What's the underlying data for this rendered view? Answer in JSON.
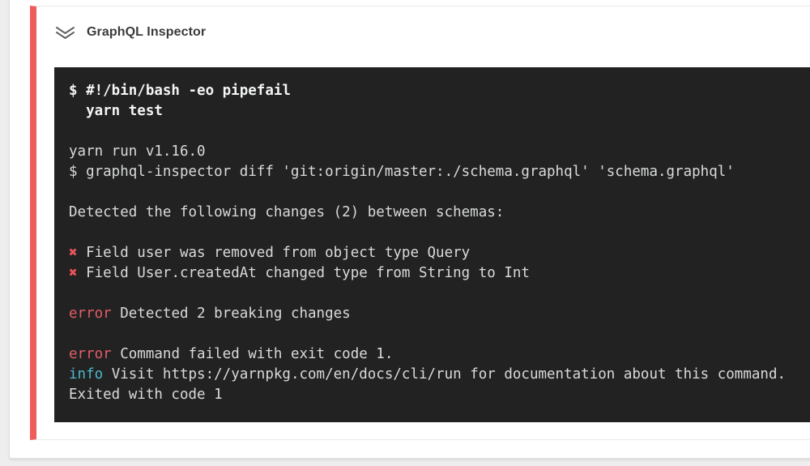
{
  "step": {
    "title": "GraphQL Inspector",
    "status": "failed",
    "collapse_icon": "chevron-double-down-icon"
  },
  "colors": {
    "page_bg": "#eeeeee",
    "card_bg": "#ffffff",
    "card_border": "#e0e0e0",
    "step_border": "#e9e9e9",
    "accent_red": "#ee5c5c",
    "title_color": "#3b3b3b",
    "icon_gray": "#616161",
    "terminal_bg": "#222222",
    "plain_text": "#d9dadb",
    "bold_text": "#f3f4f5",
    "cross_red": "#ea545c",
    "error_red": "#e25d68",
    "info_cyan": "#4db8c8"
  },
  "terminal": {
    "lines": [
      {
        "segments": [
          {
            "text": "$ #!/bin/bash -eo pipefail",
            "style": "bold"
          }
        ]
      },
      {
        "segments": [
          {
            "text": "  yarn test",
            "style": "bold"
          }
        ]
      },
      {
        "segments": []
      },
      {
        "segments": [
          {
            "text": "yarn run v1.16.0",
            "style": "plain"
          }
        ]
      },
      {
        "segments": [
          {
            "text": "$ graphql-inspector diff 'git:origin/master:./schema.graphql' 'schema.graphql'",
            "style": "plain"
          }
        ]
      },
      {
        "segments": []
      },
      {
        "segments": [
          {
            "text": "Detected the following changes (2) between schemas:",
            "style": "plain"
          }
        ]
      },
      {
        "segments": []
      },
      {
        "segments": [
          {
            "text": "✖",
            "style": "cross"
          },
          {
            "text": " Field user was removed from object type Query",
            "style": "plain"
          }
        ]
      },
      {
        "segments": [
          {
            "text": "✖",
            "style": "cross"
          },
          {
            "text": " Field User.createdAt changed type from String to Int",
            "style": "plain"
          }
        ]
      },
      {
        "segments": []
      },
      {
        "segments": [
          {
            "text": "error",
            "style": "error"
          },
          {
            "text": " Detected 2 breaking changes",
            "style": "plain"
          }
        ]
      },
      {
        "segments": []
      },
      {
        "segments": [
          {
            "text": "error",
            "style": "error"
          },
          {
            "text": " Command failed with exit code 1.",
            "style": "plain"
          }
        ]
      },
      {
        "segments": [
          {
            "text": "info",
            "style": "info"
          },
          {
            "text": " Visit https://yarnpkg.com/en/docs/cli/run for documentation about this command.",
            "style": "plain"
          }
        ]
      },
      {
        "segments": [
          {
            "text": "Exited with code 1",
            "style": "plain"
          }
        ]
      }
    ]
  }
}
